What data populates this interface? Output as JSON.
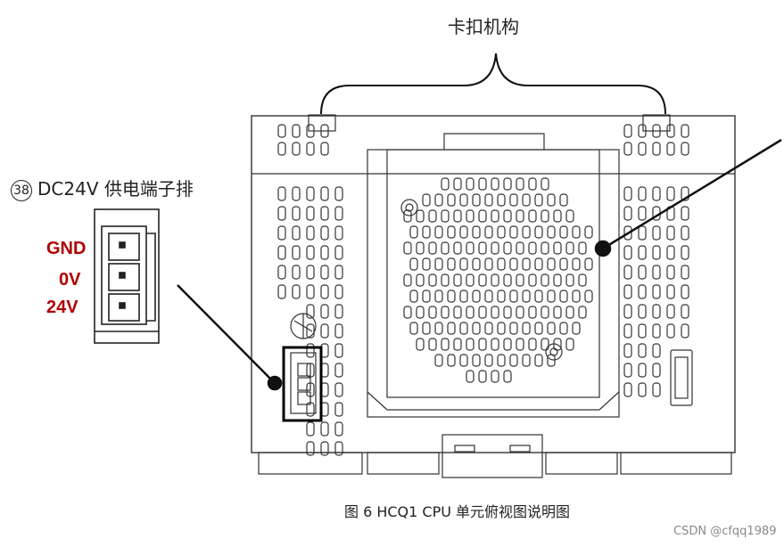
{
  "labels": {
    "top_callout": "卡扣机构",
    "connector_number": "38",
    "connector_label": "DC24V 供电端子排",
    "pins": [
      "GND",
      "0V",
      "24V"
    ],
    "caption": "图 6    HCQ1 CPU 单元俯视图说明图",
    "watermark": "CSDN @cfqq1989"
  },
  "colors": {
    "line": "#111111",
    "pin_text": "#b00000",
    "outline": "#333333"
  }
}
